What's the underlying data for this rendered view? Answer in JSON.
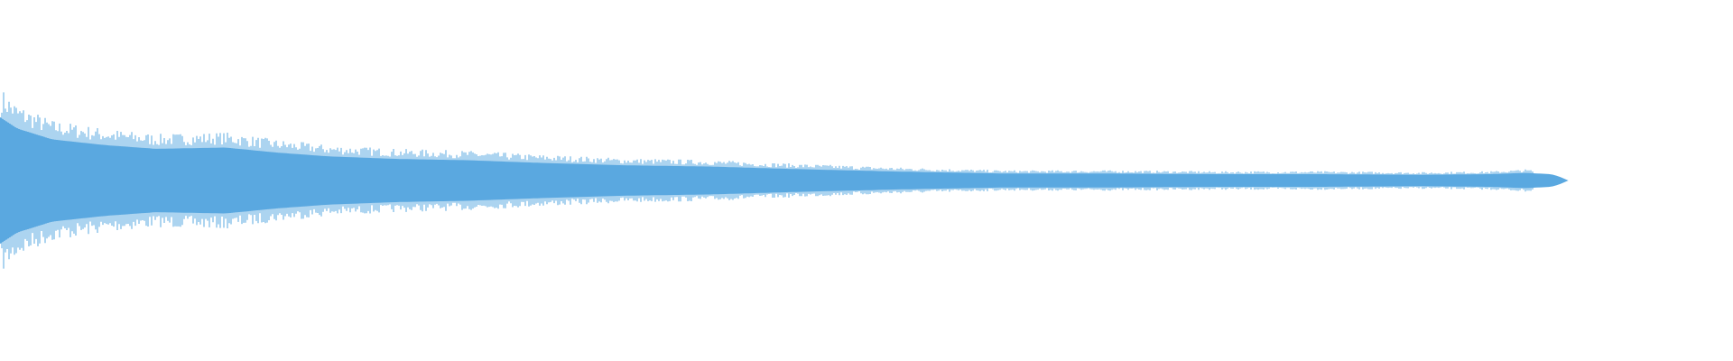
{
  "waveform": {
    "color": "#5aa8e0",
    "background": "#ffffff",
    "envelope": [
      [
        0.0,
        1.0
      ],
      [
        0.01,
        0.82
      ],
      [
        0.03,
        0.65
      ],
      [
        0.06,
        0.56
      ],
      [
        0.09,
        0.5
      ],
      [
        0.13,
        0.52
      ],
      [
        0.16,
        0.44
      ],
      [
        0.19,
        0.38
      ],
      [
        0.23,
        0.34
      ],
      [
        0.27,
        0.32
      ],
      [
        0.31,
        0.28
      ],
      [
        0.36,
        0.24
      ],
      [
        0.41,
        0.22
      ],
      [
        0.46,
        0.18
      ],
      [
        0.52,
        0.14
      ],
      [
        0.58,
        0.11
      ],
      [
        0.64,
        0.11
      ],
      [
        0.7,
        0.1
      ],
      [
        0.76,
        0.1
      ],
      [
        0.82,
        0.09
      ],
      [
        0.86,
        0.1
      ],
      [
        0.88,
        0.12
      ],
      [
        0.895,
        0.1
      ],
      [
        0.9,
        0.06
      ],
      [
        0.905,
        0.0
      ],
      [
        1.0,
        0.0
      ]
    ]
  }
}
